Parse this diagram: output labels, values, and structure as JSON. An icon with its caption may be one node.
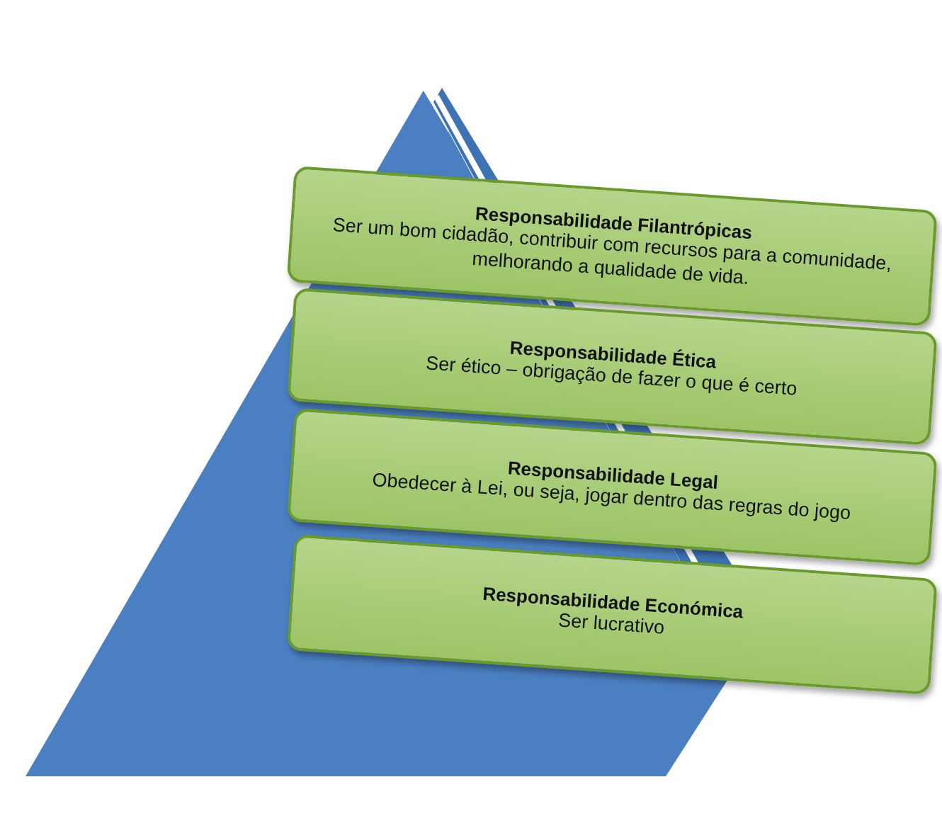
{
  "diagram": {
    "nodes": [
      {
        "text": [
          "Responsabilidade Filantrópicas",
          "Ser um bom cidadão, contribuir com recursos para a comunidade, melhorando a qualidade de vida."
        ]
      },
      {
        "text": [
          "Responsabilidade Ética",
          "Ser ético – obrigação de fazer o que é certo"
        ]
      },
      {
        "text": [
          "Responsabilidade Legal",
          "Obedecer à Lei, ou seja, jogar dentro das regras do jogo"
        ]
      },
      {
        "text": [
          "Responsabilidade Económica",
          "Ser lucrativo"
        ]
      }
    ]
  }
}
